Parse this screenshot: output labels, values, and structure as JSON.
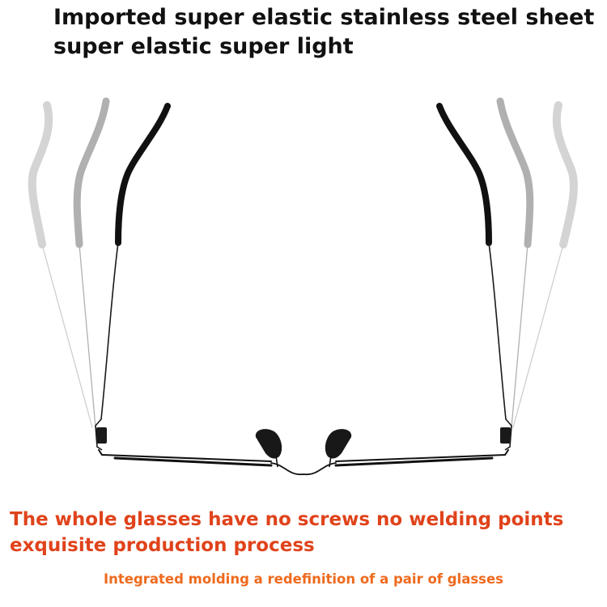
{
  "headline": {
    "line1": "Imported super elastic stainless steel sheet",
    "line2": "super elastic super light"
  },
  "claim": {
    "line1": "The whole glasses have no screws no welding points",
    "line2": "exquisite production process"
  },
  "tagline": "Integrated molding a redefinition of a pair of glasses",
  "colors": {
    "headline": "#111111",
    "claim": "#e0431b",
    "tagline": "#ee6a1e",
    "frame": "#111111",
    "ghost_temple_near": "#a8a8a8",
    "ghost_temple_far": "#cfcfcf"
  }
}
